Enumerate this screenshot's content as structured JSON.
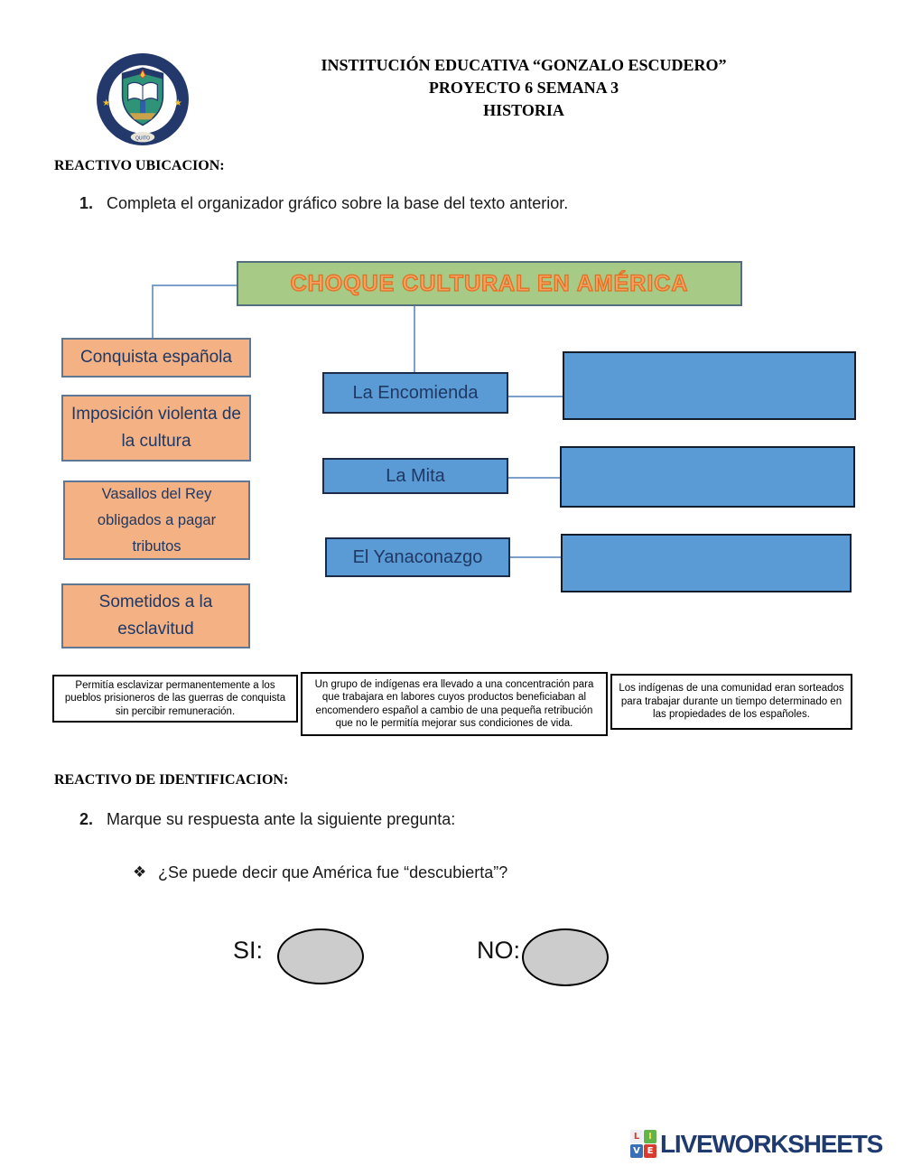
{
  "header": {
    "school": "INSTITUCIÓN EDUCATIVA “GONZALO ESCUDERO”",
    "project": "PROYECTO 6 SEMANA 3",
    "subject": "HISTORIA",
    "logo_motto": "QUITO"
  },
  "section_ubicacion": {
    "heading": "REACTIVO UBICACION:",
    "number": "1.",
    "instruction": "Completa el organizador gráfico sobre la base del texto anterior."
  },
  "organizer": {
    "title": "CHOQUE CULTURAL EN AMÉRICA",
    "left_boxes": [
      "Conquista española",
      "Imposición violenta de la cultura",
      "Vasallos del Rey obligados a pagar tributos",
      "Sometidos a la esclavitud"
    ],
    "term_boxes": [
      "La Encomienda",
      "La Mita",
      "El Yanaconazgo"
    ]
  },
  "description_cards": [
    "Permitía esclavizar permanentemente a los pueblos prisioneros de las guerras de conquista sin percibir remuneración.",
    "Un grupo de indígenas era llevado a una concentración para que trabajara en labores cuyos productos beneficiaban al encomendero español a cambio de una pequeña retribución que no le permitía mejorar sus condiciones de vida.",
    "Los indígenas de una comunidad eran sorteados para trabajar durante un tiempo determinado en las propiedades de los españoles."
  ],
  "section_identificacion": {
    "heading": "REACTIVO DE IDENTIFICACION:",
    "number": "2.",
    "instruction": "Marque su respuesta ante la siguiente pregunta:",
    "bullet": "❖",
    "question": "¿Se puede decir que América fue “descubierta”?",
    "option_yes": "SI:",
    "option_no": "NO:"
  },
  "footer": {
    "brand": "LIVEWORKSHEETS",
    "icon_letters": [
      "L",
      "I",
      "V",
      "E"
    ]
  },
  "colors": {
    "green_box": "#A7CB87",
    "orange_box": "#F4B183",
    "blue_box": "#5B9BD5",
    "title_orange": "#F2A368",
    "title_orange_outline": "#E2701F",
    "navy_text": "#1F3864",
    "connector": "#7BA0C9",
    "oval_gray": "#CCCCCC",
    "brand_navy": "#1E3A6E"
  }
}
